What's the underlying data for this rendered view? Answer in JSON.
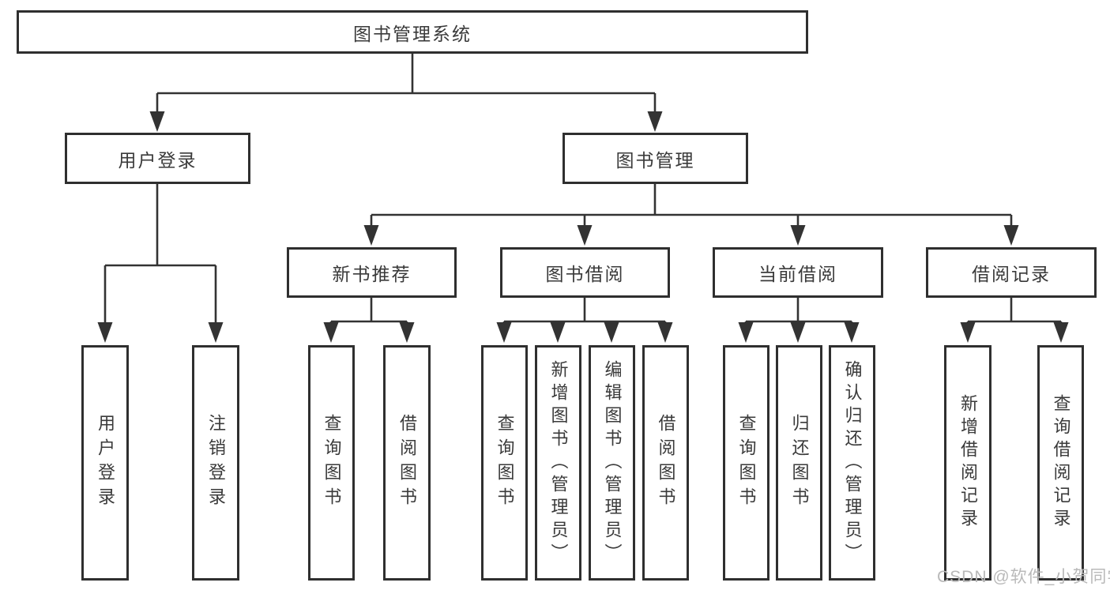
{
  "diagram": {
    "title_node": {
      "label": "图书管理系统"
    },
    "level2": [
      {
        "id": "user-login",
        "label": "用户登录"
      },
      {
        "id": "book-management",
        "label": "图书管理"
      }
    ],
    "level3": [
      {
        "id": "new-book-recommend",
        "parent": "book-management",
        "label": "新书推荐"
      },
      {
        "id": "book-borrowing",
        "parent": "book-management",
        "label": "图书借阅"
      },
      {
        "id": "current-borrowing",
        "parent": "book-management",
        "label": "当前借阅"
      },
      {
        "id": "borrowing-records",
        "parent": "book-management",
        "label": "借阅记录"
      }
    ],
    "leaves": [
      {
        "parent": "user-login",
        "label": "用户登录"
      },
      {
        "parent": "user-login",
        "label": "注销登录"
      },
      {
        "parent": "new-book-recommend",
        "label": "查询图书"
      },
      {
        "parent": "new-book-recommend",
        "label": "借阅图书"
      },
      {
        "parent": "book-borrowing",
        "label": "查询图书"
      },
      {
        "parent": "book-borrowing",
        "label": "新增图书（管理员）"
      },
      {
        "parent": "book-borrowing",
        "label": "编辑图书（管理员）"
      },
      {
        "parent": "book-borrowing",
        "label": "借阅图书"
      },
      {
        "parent": "current-borrowing",
        "label": "查询图书"
      },
      {
        "parent": "current-borrowing",
        "label": "归还图书"
      },
      {
        "parent": "current-borrowing",
        "label": "确认归还（管理员）"
      },
      {
        "parent": "borrowing-records",
        "label": "新增借阅记录"
      },
      {
        "parent": "borrowing-records",
        "label": "查询借阅记录"
      }
    ]
  },
  "colors": {
    "line": "#333333",
    "box_border": "#2f2f2f",
    "text": "#3a3a3a",
    "background": "#ffffff",
    "watermark": "#b9b9b9"
  },
  "watermark": {
    "text": "CSDN @软件_小贺同学"
  }
}
